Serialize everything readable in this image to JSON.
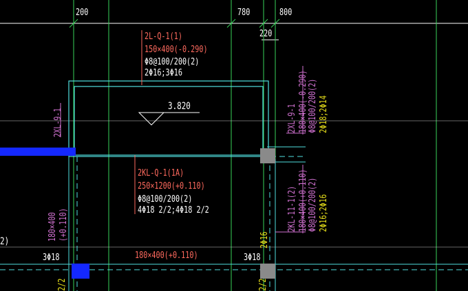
{
  "dims": {
    "d200": "200",
    "d780": "780",
    "d800": "800",
    "d220": "220"
  },
  "beam_top": {
    "name": "2L-Q-1(1)",
    "size": "150×400(-0.290)",
    "stirrup": "Φ8@100/200(2)",
    "bars": "2Φ16;3Φ16"
  },
  "elevation": "3.820",
  "beam_mid": {
    "name": "2KL-Q-1(1A)",
    "size": "250×1200(+0.110)",
    "stirrup": "Φ8@100/200(2)",
    "bars": "4Φ18 2/2;4Φ18 2/2"
  },
  "beam_bottom": {
    "size": "180×400(+0.110)"
  },
  "left_beam": {
    "name": "2XL-9-1",
    "size1": "180×400",
    "size2": "(+0.110)"
  },
  "right_beam1": {
    "name": "2XL-9-1",
    "size": "180×400(-0.290)",
    "stirrup": "Φ8@100/200(2)",
    "bars": "2Φ18;2Φ14"
  },
  "right_beam2": {
    "name": "2KL-11-1(2)",
    "size": "180×400(+0.110)",
    "stirrup": "Φ8@100/200(2)",
    "bars": "2Φ16;2Φ16"
  },
  "bar_labels": {
    "left": "3Φ18",
    "right": "3Φ18",
    "vertical": "2Φ16",
    "frac_left": "2/2",
    "frac_right": "2/2"
  },
  "edge_label": "2)",
  "colors": {
    "axis": "#ffffff",
    "green": "#39d35a",
    "cyan": "#4fe0e0",
    "blue": "#1428ff",
    "column": "#8a8a8a"
  }
}
